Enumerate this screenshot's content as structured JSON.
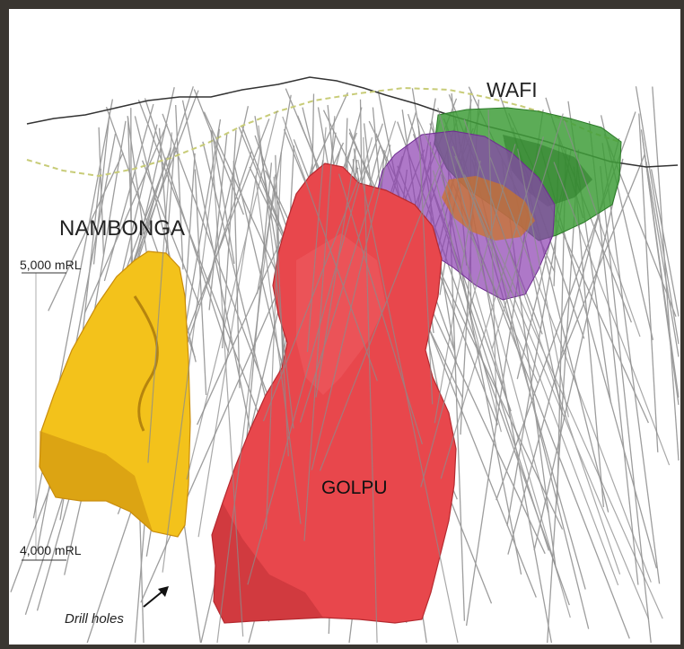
{
  "labels": {
    "wafi": "WAFI",
    "nambonga": "NAMBONGA",
    "golpu": "GOLPU",
    "rl_upper": "5,000 mRL",
    "rl_lower": "4,000 mRL",
    "drill_holes": "Drill holes"
  },
  "colors": {
    "background": "#ffffff",
    "frame": "#3a3631",
    "golpu": "#e8474c",
    "golpu_shadow": "#b52a30",
    "nambonga": "#f3c21b",
    "nambonga_shadow": "#c98d0c",
    "wafi": "#3f9e3a",
    "wafi_inner": "#8b3fb0",
    "wafi_core": "#c9742b",
    "drill_line": "#8c8c8c",
    "surface_line": "#333333",
    "dashed_line": "#c8cc78"
  },
  "icons": {
    "drill_arrow": "arrow-up-right-icon"
  }
}
